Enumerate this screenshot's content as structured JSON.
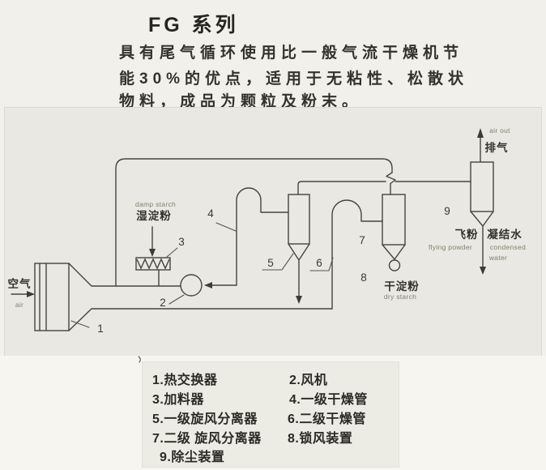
{
  "header": {
    "title": "FG 系列",
    "description_lines": [
      "具有尾气循环使用比一般气流干燥机节",
      "能30%的优点，适用于无粘性、松散状",
      "物料，成品为颗粒及粉末。"
    ]
  },
  "diagram": {
    "numbers": [
      "1",
      "2",
      "3",
      "4",
      "5",
      "6",
      "7",
      "8",
      "9"
    ],
    "labels": {
      "air_cn": "空气",
      "air_en": "air",
      "damp_starch_en": "damp starch",
      "damp_starch_cn": "湿淀粉",
      "exhaust_cn": "排气",
      "air_out_en": "air out",
      "fly_powder_cn": "飞粉",
      "fly_powder_en": "flying powder",
      "condensed_water_cn": "凝结水",
      "condensed_en": "condensed",
      "water_en": "water",
      "dry_starch_cn": "干淀粉",
      "dry_starch_en": "dry starch"
    }
  },
  "legend": {
    "items": [
      {
        "text": "1.热交换器"
      },
      {
        "text": "2.风机"
      },
      {
        "text": "3.加料器"
      },
      {
        "text": "4.一级干燥管"
      },
      {
        "text": "5.一级旋风分离器"
      },
      {
        "text": "6.二级干燥管"
      },
      {
        "text": "7.二级 旋风分离器"
      },
      {
        "text": "8.锁风装置"
      },
      {
        "text": "9.除尘装置"
      }
    ]
  },
  "colors": {
    "ink": "#45443d",
    "text": "#2f2e28",
    "muted_text": "#82816f",
    "page_bg": "#f1f0ea",
    "diagram_panel_bg": "#e9e8e2",
    "legend_panel_bg": "#edece4",
    "lower_bg": "#f6f5f0"
  }
}
